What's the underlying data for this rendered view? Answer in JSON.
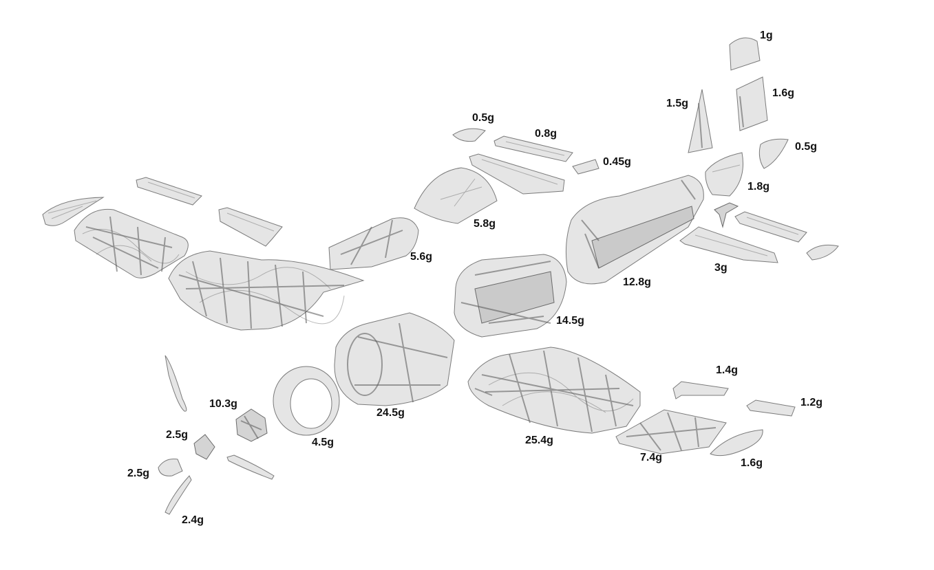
{
  "labels": {
    "l_1g": "1g",
    "l_1_6g_a": "1.6g",
    "l_1_5g": "1.5g",
    "l_0_5g_a": "0.5g",
    "l_0_8g": "0.8g",
    "l_0_45g": "0.45g",
    "l_0_5g_b": "0.5g",
    "l_1_8g": "1.8g",
    "l_5_8g": "5.8g",
    "l_5_6g": "5.6g",
    "l_3g": "3g",
    "l_12_8g": "12.8g",
    "l_14_5g": "14.5g",
    "l_1_4g": "1.4g",
    "l_1_2g": "1.2g",
    "l_10_3g": "10.3g",
    "l_24_5g": "24.5g",
    "l_2_5g_a": "2.5g",
    "l_4_5g": "4.5g",
    "l_25_4g": "25.4g",
    "l_7_4g": "7.4g",
    "l_2_5g_b": "2.5g",
    "l_1_6g_b": "1.6g",
    "l_2_4g": "2.4g"
  }
}
